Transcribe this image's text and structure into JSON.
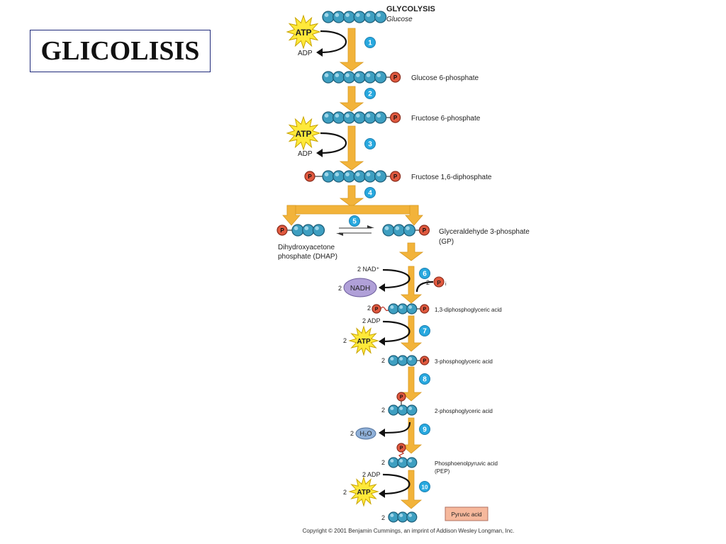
{
  "slide": {
    "title": "GLICOLISIS"
  },
  "diagram": {
    "heading": "GLYCOLYSIS",
    "colors": {
      "arrow": "#f2b33a",
      "bead": "#3e9fc1",
      "phosphate": "#e0593f",
      "step_badge": "#27a8df",
      "atp": "#ffe93a",
      "nadh": "#b0a0d8",
      "h2o": "#8fb0d8",
      "pyruvic_box": "#f6b89c"
    },
    "molecules": {
      "glucose": "Glucose",
      "g6p": "Glucose 6-phosphate",
      "f6p": "Fructose 6-phosphate",
      "f16dp": "Fructose 1,6-diphosphate",
      "dhap_line1": "Dihydroxyacetone",
      "dhap_line2": "phosphate (DHAP)",
      "gp_line1": "Glyceraldehyde 3-phosphate",
      "gp_line2": "(GP)",
      "dpg13": "1,3-diphosphoglyceric acid",
      "pga3": "3-phosphoglyceric acid",
      "pga2": "2-phosphoglyceric acid",
      "pep_line1": "Phosphoenolpyruvic acid",
      "pep_line2": "(PEP)",
      "pyruvic": "Pyruvic acid"
    },
    "steps": [
      "1",
      "2",
      "3",
      "4",
      "5",
      "6",
      "7",
      "8",
      "9",
      "10"
    ],
    "cofactors": {
      "atp": "ATP",
      "adp": "ADP",
      "two_nad": "2 NAD⁺",
      "nadh": "NADH",
      "two_adp": "2 ADP",
      "two": "2",
      "h2o": "H₂O",
      "p": "P",
      "pi_sub": "i"
    },
    "copyright": "Copyright © 2001 Benjamin Cummings, an imprint of Addison Wesley Longman, Inc."
  }
}
